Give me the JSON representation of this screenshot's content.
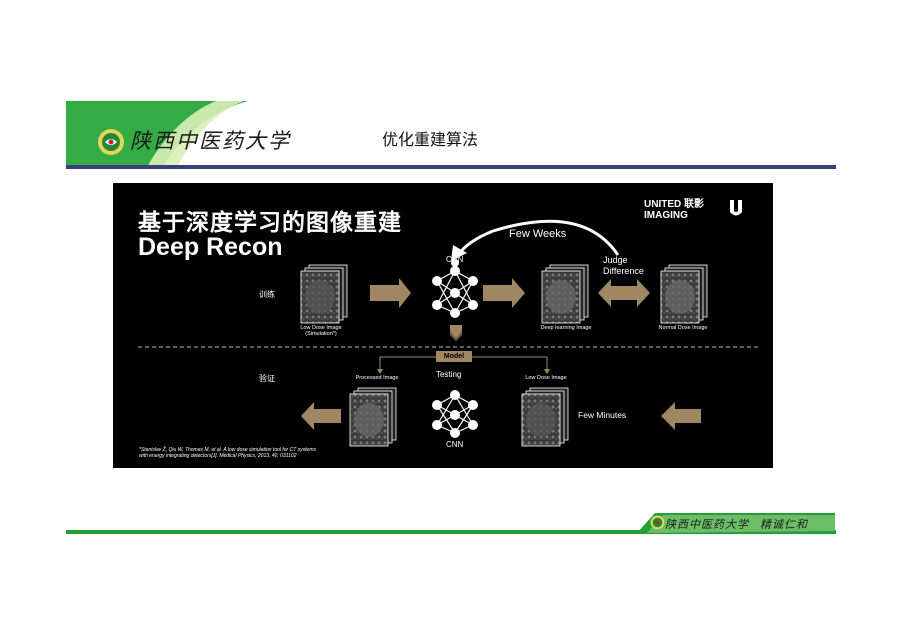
{
  "header": {
    "title": "优化重建算法",
    "logo_text": "陕西中医药大学"
  },
  "slide": {
    "title_cn": "基于深度学习的图像重建",
    "title_en": "Deep Recon",
    "brand_line1": "UNITED 联影",
    "brand_line2": "IMAGING",
    "few_weeks": "Few Weeks",
    "judge_difference": "Judge Difference",
    "cnn_top": "CNN",
    "cnn_bottom": "CNN",
    "train_label": "训练",
    "verify_label": "验证",
    "low_dose_sim_line1": "Low Dose Image",
    "low_dose_sim_line2": "(Simulation*)",
    "deep_learning_image": "Deep learning Image",
    "normal_dose_image": "Normal Dose Image",
    "model_badge": "Model",
    "testing": "Testing",
    "processed_image": "Processed Image",
    "low_dose_image": "Low Dose Image",
    "few_minutes": "Few Minutes",
    "citation_line1": "*Stanislav Ž, Qiu W, Thomas M, et al. A low dose simulation tool for CT systems",
    "citation_line2": "with energy integrating detectors[J]. Medical Physics, 2013, 40, 031102",
    "colors": {
      "gold": "#a08763",
      "green": "#22a036"
    }
  },
  "footer": {
    "logo_text": "陕西中医药大学",
    "motto": "精诚仁和"
  }
}
